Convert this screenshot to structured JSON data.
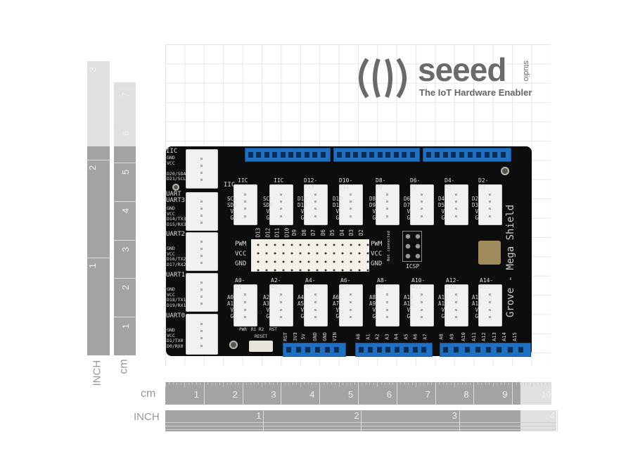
{
  "logo": {
    "brand": "seeed",
    "studio": "studio",
    "tagline": "The IoT Hardware Enabler"
  },
  "board": {
    "title": "Grove - Mega Shield",
    "left_connectors": [
      {
        "title": "IIC",
        "pins": "GND\nVCC\n\nD20/SDA\nD21/SCL"
      },
      {
        "title": "UART\nUART3",
        "pins": "GND\nVCC\nD14/TX3\nD15/RX3"
      },
      {
        "title": "UART2",
        "pins": "GND\nVCC\nD16/TX2\nD17/RX2"
      },
      {
        "title": "UART1",
        "pins": "GND\nVCC\nD18/TX1\nD19/RX1"
      },
      {
        "title": "UART0",
        "pins": "GND\nVCC\nD1/TX0\nD0/RX0"
      }
    ],
    "top_connectors": [
      {
        "title": "IIC",
        "pins": "SCL\nSDA\n V\n G"
      },
      {
        "title": "IIC",
        "pins": "SCL\nSDA\n V\n G"
      },
      {
        "title": "D12-D13",
        "pins": "D12\nD13\n V\n G"
      },
      {
        "title": "D10-D11",
        "pins": "D10\nD11\n V\n G"
      },
      {
        "title": "D8-D9",
        "pins": "D8\nD9\n V\n G"
      },
      {
        "title": "D6-D7",
        "pins": "D6\nD7\n V\n G"
      },
      {
        "title": "D4-D5",
        "pins": "D4\nD5\n V\n G"
      },
      {
        "title": "D2-D3",
        "pins": "D2\nD3\n V\n G"
      }
    ],
    "iic_side_label": "IIC",
    "bottom_connectors": [
      {
        "title": "A0-A1",
        "pins": "A0\nA1\n V\n G"
      },
      {
        "title": "A2-A3",
        "pins": "A2\nA3\n V\n G"
      },
      {
        "title": "A4-A5",
        "pins": "A4\nA5\n V\n G"
      },
      {
        "title": "A6-A7",
        "pins": "A6\nA7\n V\n G"
      },
      {
        "title": "A8-A9",
        "pins": "A8\nA9\n V\n G"
      },
      {
        "title": "A10-A11",
        "pins": "A10\nA11\n V\n G"
      },
      {
        "title": "A12-A13",
        "pins": "A12\nA13\n V\n G"
      },
      {
        "title": "A14-A15",
        "pins": "A14\nA15\n V\n G"
      }
    ],
    "breadboard": {
      "columns": [
        "D13",
        "D12",
        "D11",
        "D10",
        "D9",
        "D8",
        "D7",
        "D6",
        "D5",
        "D4",
        "D3",
        "D2"
      ],
      "rows": [
        "PWM",
        "VCC",
        "GND"
      ]
    },
    "icsp": {
      "label": "ICSP",
      "note": "Not connected"
    },
    "power_labels": [
      "RST",
      "3V3",
      "5V",
      "GND",
      "GND",
      "VIN"
    ],
    "analog_labels_1": [
      "A0",
      "A1",
      "A2",
      "A3",
      "A4",
      "A5",
      "A6",
      "A7"
    ],
    "analog_labels_2": [
      "A8",
      "A9",
      "A10",
      "A11",
      "A12",
      "A13",
      "A14",
      "A15"
    ],
    "misc": {
      "pwr": "PWR",
      "r": "R1 R2",
      "rst": "RST",
      "reset": "RESET",
      "c1": "C1"
    }
  },
  "rulers": {
    "h_cm": {
      "unit": "cm",
      "ticks": [
        "1",
        "2",
        "3",
        "4",
        "5",
        "6",
        "7",
        "8",
        "9",
        "10"
      ]
    },
    "h_inch": {
      "unit": "INCH",
      "ticks": [
        "1",
        "2",
        "3",
        "4"
      ]
    },
    "v_inch": {
      "unit": "INCH",
      "ticks": [
        "1",
        "2",
        "3"
      ]
    },
    "v_cm": {
      "unit": "cm",
      "ticks": [
        "1",
        "2",
        "3",
        "4",
        "5",
        "6",
        "7"
      ]
    }
  },
  "colors": {
    "board": "#0d0d0d",
    "header": "#1f6fc2",
    "ruler": "#a3a3a3"
  }
}
